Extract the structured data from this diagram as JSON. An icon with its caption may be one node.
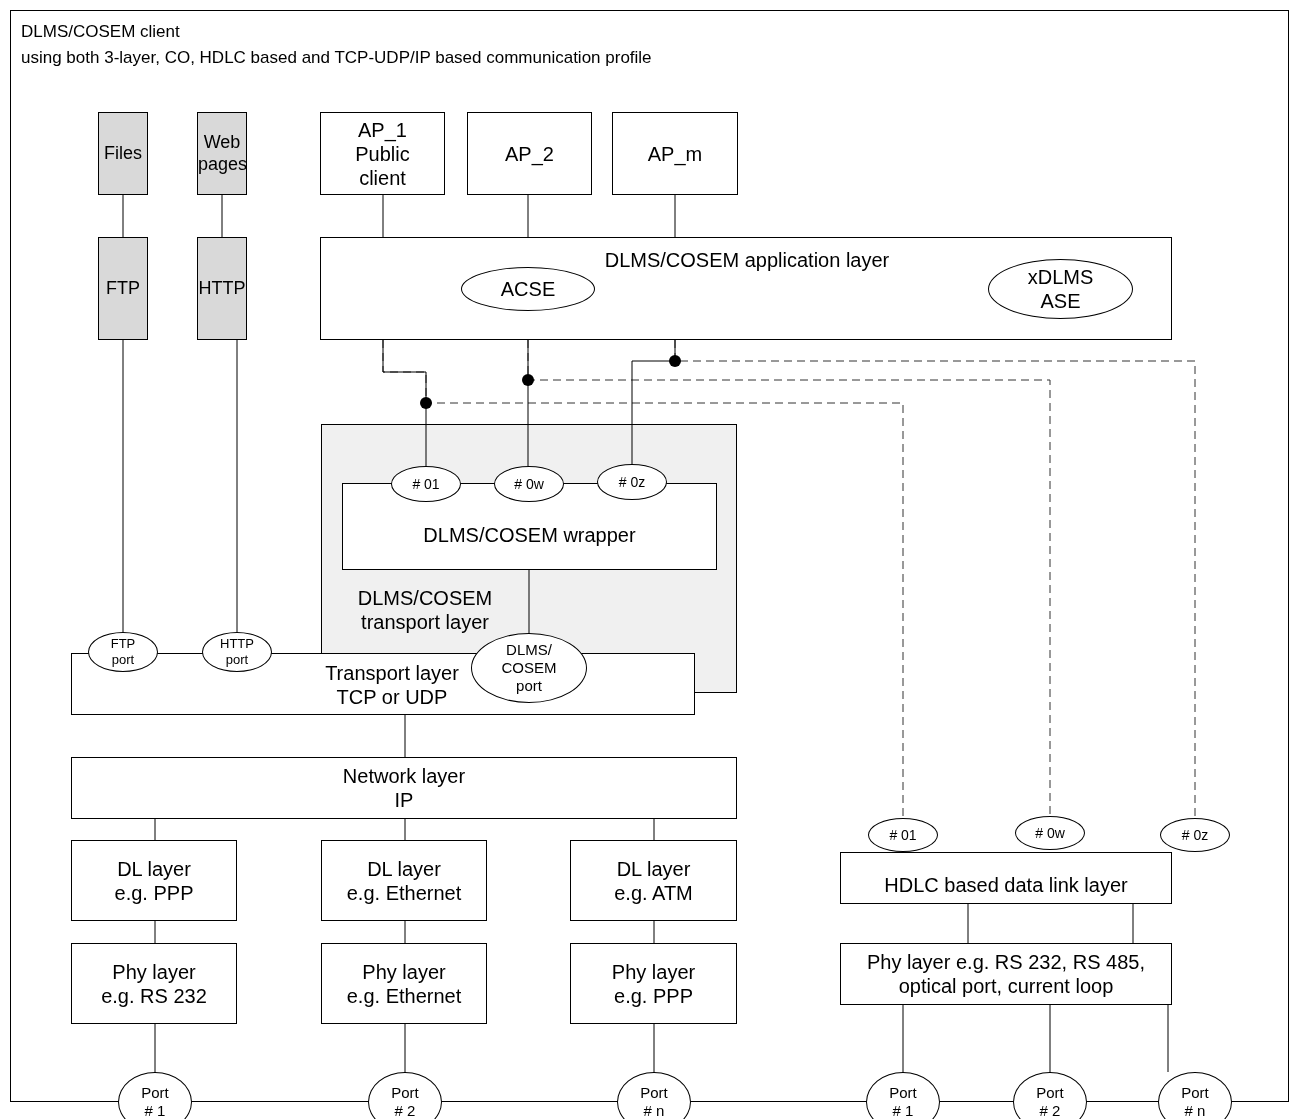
{
  "diagram": {
    "nodes": [
      {
        "text": [
          "DLMS/COSEM client",
          "using both 3-layer, CO, HDLC based and TCP-UDP/IP based communication profile"
        ]
      },
      {
        "text": [
          "Files"
        ],
        "in": 0
      },
      {
        "text": [
          "Web pages"
        ],
        "in": 0
      },
      {
        "text": [
          "AP_1 Public client"
        ],
        "in": 0
      },
      {
        "text": [
          "AP_2"
        ],
        "in": 0
      },
      {
        "text": [
          "AP_m"
        ],
        "in": 0
      },
      {
        "text": [
          "FTP"
        ],
        "in": 0
      },
      {
        "text": [
          "HTTP"
        ],
        "in": 0
      },
      {
        "text": [
          "DLMS/COSEM application layer"
        ],
        "in": 0
      },
      {
        "text": [
          "ACSE"
        ],
        "in": 8
      },
      {
        "text": [
          "xDLMS ASE"
        ],
        "in": 8
      },
      {
        "text": [
          "DLMS/COSEM transport layer"
        ],
        "in": 0
      },
      {
        "text": [
          "DLMS/COSEM wrapper"
        ],
        "in": 11
      },
      {
        "text": [
          "# 01"
        ],
        "in": 11
      },
      {
        "text": [
          "# 0w"
        ],
        "in": 11
      },
      {
        "text": [
          "# 0z"
        ],
        "in": 11
      },
      {
        "text": [
          "Transport layer",
          "TCP or UDP"
        ],
        "in": 0
      },
      {
        "text": [
          "FTP port"
        ],
        "in": 0
      },
      {
        "text": [
          "HTTP port"
        ],
        "in": 0
      },
      {
        "text": [
          "DLMS/ COSEM port"
        ],
        "in": 0
      },
      {
        "text": [
          "Network layer",
          "IP"
        ],
        "in": 0
      },
      {
        "text": [
          "DL layer",
          "e.g. PPP"
        ],
        "in": 0
      },
      {
        "text": [
          "DL layer",
          "e.g. Ethernet"
        ],
        "in": 0
      },
      {
        "text": [
          "DL layer",
          "e.g. ATM"
        ],
        "in": 0
      },
      {
        "text": [
          "Phy layer",
          "e.g. RS 232"
        ],
        "in": 0
      },
      {
        "text": [
          "Phy layer",
          "e.g. Ethernet"
        ],
        "in": 0
      },
      {
        "text": [
          "Phy layer",
          "e.g. PPP"
        ],
        "in": 0
      },
      {
        "text": [
          "HDLC based data link layer"
        ],
        "in": 0
      },
      {
        "text": [
          "# 01"
        ],
        "in": 0
      },
      {
        "text": [
          "# 0w"
        ],
        "in": 0
      },
      {
        "text": [
          "# 0z"
        ],
        "in": 0
      },
      {
        "text": [
          "Phy layer e.g. RS 232, RS 485, optical port, current loop"
        ],
        "in": 0
      },
      {
        "text": [
          "Port # 1"
        ]
      },
      {
        "text": [
          "Port # 2"
        ]
      },
      {
        "text": [
          "Port # n"
        ]
      },
      {
        "text": [
          "Port # 1"
        ]
      },
      {
        "text": [
          "Port # 2"
        ]
      },
      {
        "text": [
          "Port # n"
        ]
      }
    ],
    "edges": [
      {
        "from": 1,
        "to": 6,
        "arrow": "none"
      },
      {
        "from": 2,
        "to": 7,
        "arrow": "none"
      },
      {
        "from": 3,
        "to": 8,
        "arrow": "none"
      },
      {
        "from": 4,
        "to": 8,
        "arrow": "none"
      },
      {
        "from": 5,
        "to": 8,
        "arrow": "none"
      },
      {
        "from": 8,
        "to": 13,
        "arrow": "none"
      },
      {
        "from": 8,
        "to": 14,
        "arrow": "none"
      },
      {
        "from": 8,
        "to": 15,
        "arrow": "none"
      },
      {
        "from": 8,
        "to": 28,
        "arrow": "none",
        "style": "dashed"
      },
      {
        "from": 8,
        "to": 29,
        "arrow": "none",
        "style": "dashed"
      },
      {
        "from": 8,
        "to": 30,
        "arrow": "none",
        "style": "dashed"
      },
      {
        "from": 12,
        "to": 19,
        "arrow": "none"
      },
      {
        "from": 6,
        "to": 17,
        "arrow": "none"
      },
      {
        "from": 7,
        "to": 18,
        "arrow": "none"
      },
      {
        "from": 16,
        "to": 20,
        "arrow": "none"
      },
      {
        "from": 20,
        "to": 21,
        "arrow": "none"
      },
      {
        "from": 20,
        "to": 22,
        "arrow": "none"
      },
      {
        "from": 20,
        "to": 23,
        "arrow": "none"
      },
      {
        "from": 21,
        "to": 24,
        "arrow": "none"
      },
      {
        "from": 22,
        "to": 25,
        "arrow": "none"
      },
      {
        "from": 23,
        "to": 26,
        "arrow": "none"
      },
      {
        "from": 24,
        "to": 32,
        "arrow": "none"
      },
      {
        "from": 25,
        "to": 33,
        "arrow": "none"
      },
      {
        "from": 26,
        "to": 34,
        "arrow": "none"
      },
      {
        "from": 27,
        "to": 31,
        "arrow": "none"
      },
      {
        "from": 27,
        "to": 31,
        "arrow": "none"
      },
      {
        "from": 31,
        "to": 35,
        "arrow": "none"
      },
      {
        "from": 31,
        "to": 36,
        "arrow": "none"
      },
      {
        "from": 31,
        "to": 37,
        "arrow": "none"
      }
    ]
  }
}
